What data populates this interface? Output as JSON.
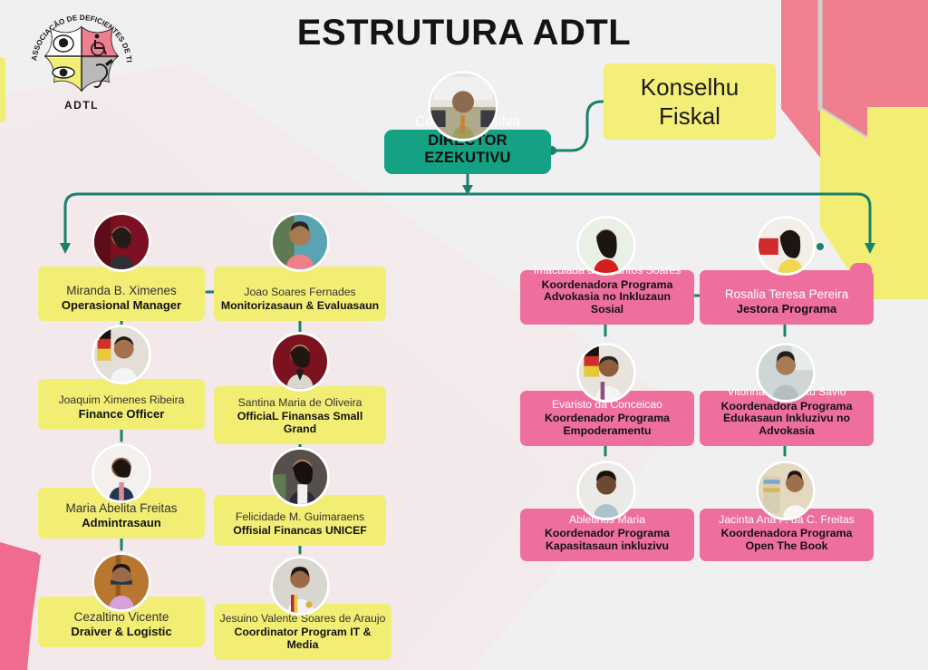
{
  "page": {
    "title": "ESTRUTURA ADTL",
    "background_color": "#f1f0f0"
  },
  "logo": {
    "ring_text": "ASSOCIAÇÃO DE DEFICIENTES DE TIMOR-LESTE",
    "acronym": "ADTL",
    "quadrant_colors": [
      "#ffffff",
      "#ef7f8e",
      "#f2ed74",
      "#b9b9b9"
    ],
    "icons": [
      "head-icon",
      "wheelchair-icon",
      "eye-icon",
      "ear-icon"
    ]
  },
  "colors": {
    "teal": "#14a184",
    "yellow": "#f2ee74",
    "pink": "#ee6f9e",
    "connector": "#19806c",
    "title_text": "#141414"
  },
  "director": {
    "name": "Cesario da Silva",
    "role": "DIRECTOR EZEKUTIVU",
    "photo_alt": "director-photo"
  },
  "fiscal_council": {
    "line1": "Konselhu",
    "line2": "Fiskal"
  },
  "left_branch": [
    {
      "name": "Miranda B. Ximenes",
      "role": "Operasional Manager",
      "photo_alt": "miranda-photo"
    },
    {
      "name": "Joaquim Ximenes Ribeira",
      "role": "Finance Officer",
      "photo_alt": "joaquim-photo"
    },
    {
      "name": "Maria Abelita Freitas",
      "role": "Admintrasaun",
      "photo_alt": "maria-photo"
    },
    {
      "name": "Cezaltino Vicente",
      "role": "Draiver & Logistic",
      "photo_alt": "cezaltino-photo"
    }
  ],
  "left_branch_b": [
    {
      "name": "Joao Soares Fernades",
      "role": "Monitorizasaun & Evaluasaun",
      "photo_alt": "joao-photo"
    },
    {
      "name": "Santina Maria de Oliveira",
      "role": "OfficiaL Finansas Small Grand",
      "photo_alt": "santina-photo"
    },
    {
      "name": "Felicidade M. Guimaraens",
      "role": "Offisial Financas UNICEF",
      "photo_alt": "felicidade-photo"
    },
    {
      "name": "Jesuino Valente Soares de Araujo",
      "role": "Coordinator Program IT & Media",
      "photo_alt": "jesuino-photo"
    }
  ],
  "right_branch_a": [
    {
      "name": "Imaculada dos Santos Soares",
      "role": "Koordenadora Programa Advokasia no Inkluzaun Sosial",
      "photo_alt": "imaculada-photo"
    },
    {
      "name": "Evaristo da Conceicao",
      "role": "Koordenador Programa Empoderamentu",
      "photo_alt": "evaristo-photo"
    },
    {
      "name": "Abletinos Maria",
      "role": "Koordenador Programa Kapasitasaun inkluzivu",
      "photo_alt": "abletinos-photo"
    }
  ],
  "right_branch_b": [
    {
      "name": "Rosalia Teresa Pereira",
      "role": "Jestora Programa",
      "photo_alt": "rosalia-photo"
    },
    {
      "name": "Vitorina Sarmentu Savio",
      "role": "Koordenadora Programa Edukasaun Inkluzivu no Advokasia",
      "photo_alt": "vitorina-photo"
    },
    {
      "name": "Jacinta Ana P. da C. Freitas",
      "role": "Koordenadora Programa Open The Book",
      "photo_alt": "jacinta-photo"
    }
  ]
}
